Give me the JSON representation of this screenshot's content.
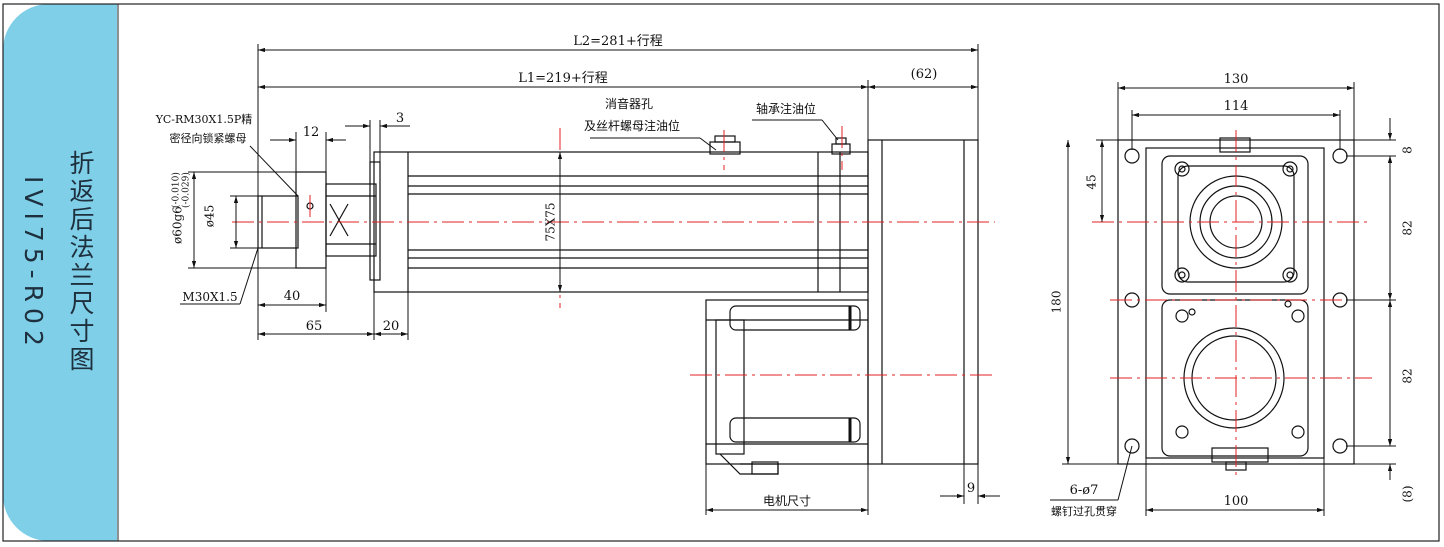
{
  "sidebar": {
    "title_cn": "折返后法兰尺寸图",
    "model": "IVI75-R02"
  },
  "dimensions": {
    "l2": "L2=281+行程",
    "l1": "L1=219+行程",
    "d62": "(62)",
    "d12": "12",
    "d3": "3",
    "d40": "40",
    "d65": "65",
    "d20": "20",
    "d9": "9",
    "phi60": "ø60g6",
    "tol_upper": "(-0.010)",
    "tol_lower": "(-0.029)",
    "phi45": "ø45",
    "m30": "M30X1.5",
    "tube": "75X75",
    "d130": "130",
    "d114": "114",
    "d8_top": "8",
    "d45": "45",
    "d82_a": "82",
    "d82_b": "82",
    "d180": "180",
    "d100": "100",
    "d8_bot": "(8)",
    "holes": "6-ø7"
  },
  "callouts": {
    "nut_line1": "YC-RM30X1.5P精",
    "nut_line2": "密径向锁紧螺母",
    "muffler_line1": "消音器孔",
    "muffler_line2": "及丝杆螺母注油位",
    "bearing": "轴承注油位",
    "motor_size": "电机尺寸",
    "holes_note": "螺钉过孔贯穿"
  },
  "colors": {
    "sidebar_bg": "#7fcfe8",
    "line": "#111111",
    "centerline": "#e02020"
  }
}
